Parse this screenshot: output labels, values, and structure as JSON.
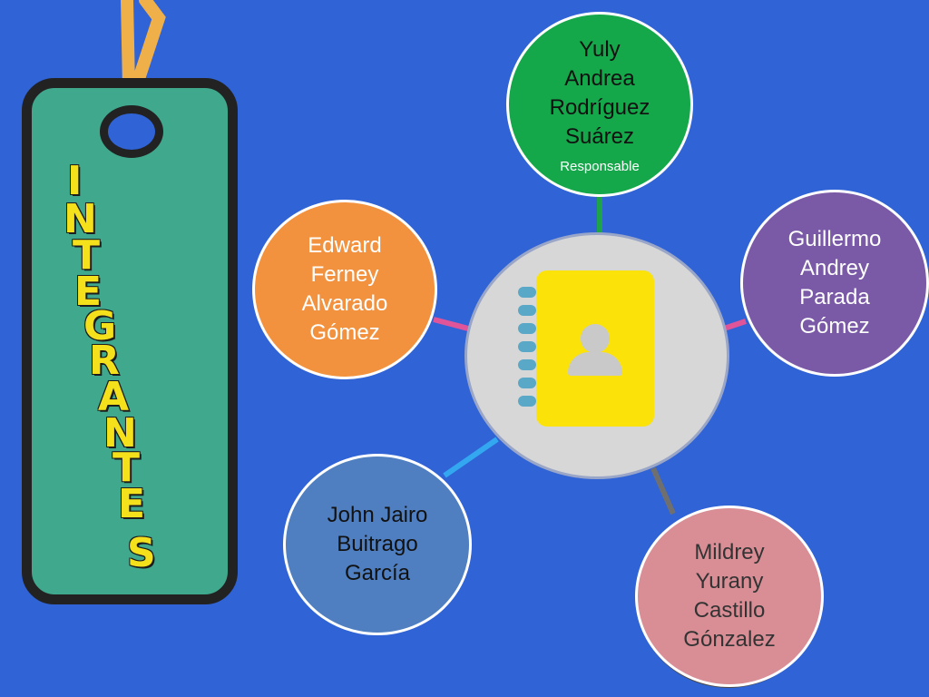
{
  "tag": {
    "letters": [
      "I",
      "N",
      "T",
      "E",
      "G",
      "R",
      "A",
      "N",
      "T",
      "E",
      "S"
    ]
  },
  "center": {
    "icon": "contact-book-icon"
  },
  "members": {
    "yuly": {
      "name_lines": [
        "Yuly",
        "Andrea",
        "Rodríguez",
        "Suárez"
      ],
      "role": "Responsable"
    },
    "guillermo": {
      "name_lines": [
        "Guillermo",
        "Andrey",
        "Parada",
        "Gómez"
      ]
    },
    "edward": {
      "name_lines": [
        "Edward",
        "Ferney",
        "Alvarado",
        "Gómez"
      ]
    },
    "john": {
      "name_lines": [
        "John Jairo",
        "Buitrago",
        "García"
      ]
    },
    "mildrey": {
      "name_lines": [
        "Mildrey",
        "Yurany",
        "Castillo",
        "Gónzalez"
      ]
    }
  },
  "colors": {
    "background": "#2f63d6",
    "tag": "#3fa88d",
    "tag_text": "#f5e11b",
    "center": "#d7d7d7",
    "book": "#fbe30a",
    "yuly": "#14a84a",
    "guillermo": "#7a59a6",
    "edward": "#f2923e",
    "john": "#4f7fc0",
    "mildrey": "#d98e96"
  }
}
